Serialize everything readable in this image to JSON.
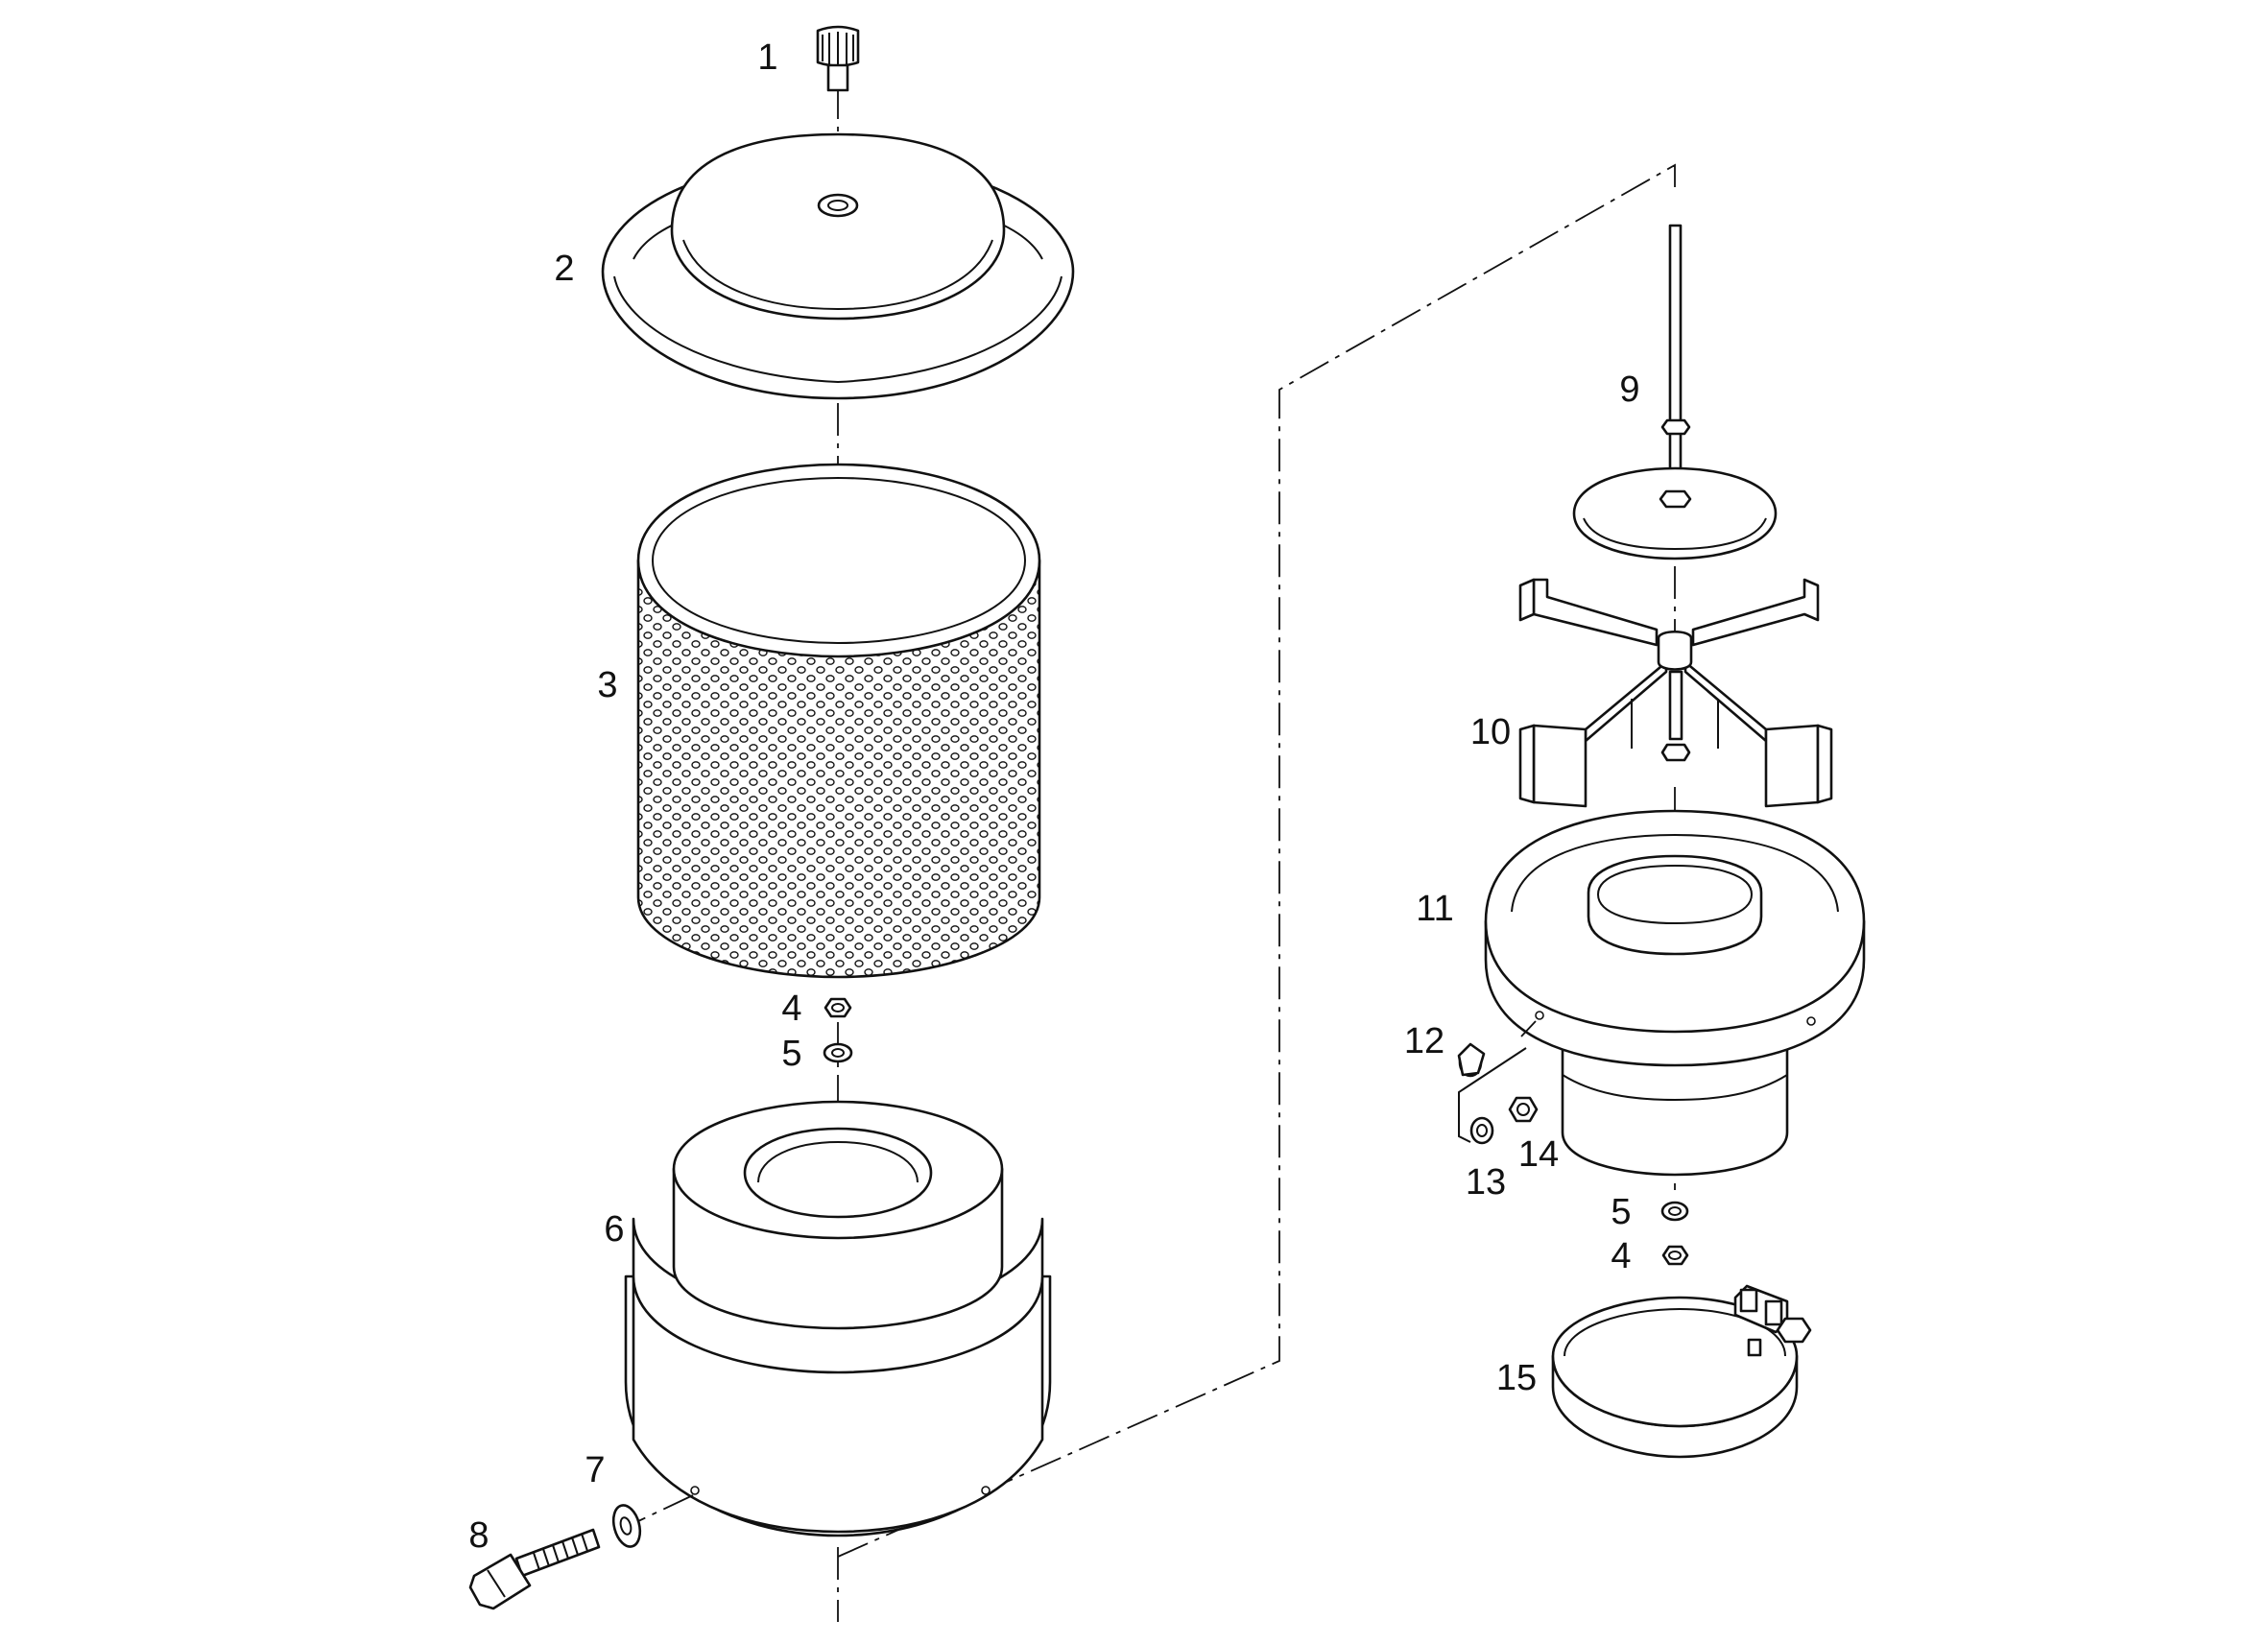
{
  "callouts": [
    {
      "id": "1",
      "label": "1"
    },
    {
      "id": "2",
      "label": "2"
    },
    {
      "id": "3",
      "label": "3"
    },
    {
      "id": "4a",
      "label": "4"
    },
    {
      "id": "5a",
      "label": "5"
    },
    {
      "id": "6",
      "label": "6"
    },
    {
      "id": "7",
      "label": "7"
    },
    {
      "id": "8",
      "label": "8"
    },
    {
      "id": "9",
      "label": "9"
    },
    {
      "id": "10",
      "label": "10"
    },
    {
      "id": "11",
      "label": "11"
    },
    {
      "id": "12",
      "label": "12"
    },
    {
      "id": "13",
      "label": "13"
    },
    {
      "id": "14",
      "label": "14"
    },
    {
      "id": "5b",
      "label": "5"
    },
    {
      "id": "4b",
      "label": "4"
    },
    {
      "id": "15",
      "label": "15"
    }
  ]
}
